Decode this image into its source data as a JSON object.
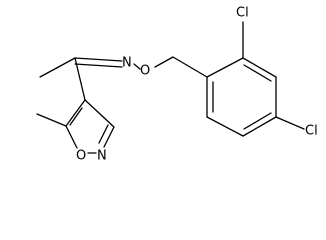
{
  "atoms": {
    "oxime_n": "N",
    "oxime_o": "O",
    "ring_o": "O",
    "ring_n": "N",
    "cl_ortho": "Cl",
    "cl_para": "Cl"
  },
  "colors": {
    "bond": "#000000",
    "label": "#000000",
    "background": "#ffffff"
  }
}
